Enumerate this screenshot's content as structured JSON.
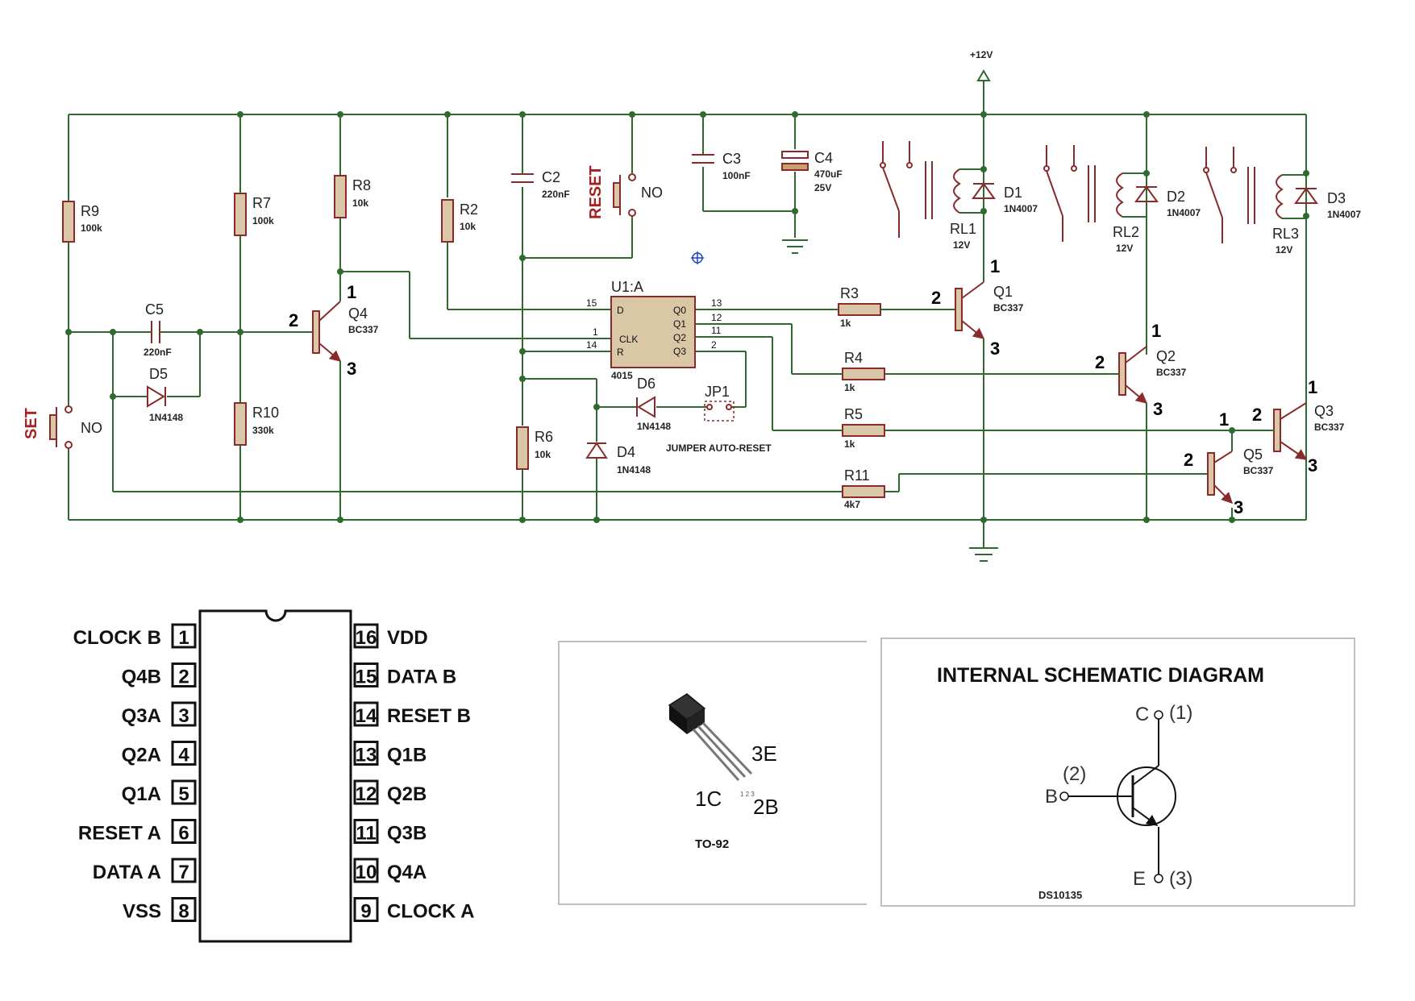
{
  "schematic": {
    "supply": "+12V",
    "resistors": [
      {
        "ref": "R9",
        "value": "100k"
      },
      {
        "ref": "R7",
        "value": "100k"
      },
      {
        "ref": "R8",
        "value": "10k"
      },
      {
        "ref": "R2",
        "value": "10k"
      },
      {
        "ref": "R10",
        "value": "330k"
      },
      {
        "ref": "R6",
        "value": "10k"
      },
      {
        "ref": "R3",
        "value": "1k"
      },
      {
        "ref": "R4",
        "value": "1k"
      },
      {
        "ref": "R5",
        "value": "1k"
      },
      {
        "ref": "R11",
        "value": "4k7"
      }
    ],
    "capacitors": [
      {
        "ref": "C5",
        "value": "220nF"
      },
      {
        "ref": "C2",
        "value": "220nF"
      },
      {
        "ref": "C3",
        "value": "100nF"
      },
      {
        "ref": "C4",
        "value": "470uF",
        "rating": "25V"
      }
    ],
    "diodes": [
      {
        "ref": "D5",
        "value": "1N4148"
      },
      {
        "ref": "D6",
        "value": "1N4148"
      },
      {
        "ref": "D4",
        "value": "1N4148"
      },
      {
        "ref": "D1",
        "value": "1N4007"
      },
      {
        "ref": "D2",
        "value": "1N4007"
      },
      {
        "ref": "D3",
        "value": "1N4007"
      }
    ],
    "transistors": [
      {
        "ref": "Q4",
        "value": "BC337"
      },
      {
        "ref": "Q1",
        "value": "BC337"
      },
      {
        "ref": "Q2",
        "value": "BC337"
      },
      {
        "ref": "Q3",
        "value": "BC337"
      },
      {
        "ref": "Q5",
        "value": "BC337"
      }
    ],
    "relays": [
      {
        "ref": "RL1",
        "value": "12V"
      },
      {
        "ref": "RL2",
        "value": "12V"
      },
      {
        "ref": "RL3",
        "value": "12V"
      }
    ],
    "switches": {
      "set": "SET",
      "reset": "RESET",
      "no": "NO"
    },
    "ic": {
      "ref": "U1:A",
      "part": "4015",
      "pins": {
        "d": "D",
        "clk": "CLK",
        "r": "R",
        "q0": "Q0",
        "q1": "Q1",
        "q2": "Q2",
        "q3": "Q3"
      },
      "pin_numbers": {
        "d": "15",
        "clk": "1",
        "r": "14",
        "q0": "13",
        "q1": "12",
        "q2": "11",
        "q3": "2"
      }
    },
    "jumper": {
      "ref": "JP1",
      "label": "JUMPER AUTO-RESET"
    },
    "pin_labels": {
      "one": "1",
      "two": "2",
      "three": "3"
    }
  },
  "dip": {
    "left": [
      {
        "num": "1",
        "name": "CLOCK B"
      },
      {
        "num": "2",
        "name": "Q4B"
      },
      {
        "num": "3",
        "name": "Q3A"
      },
      {
        "num": "4",
        "name": "Q2A"
      },
      {
        "num": "5",
        "name": "Q1A"
      },
      {
        "num": "6",
        "name": "RESET A"
      },
      {
        "num": "7",
        "name": "DATA A"
      },
      {
        "num": "8",
        "name": "VSS"
      }
    ],
    "right": [
      {
        "num": "16",
        "name": "VDD"
      },
      {
        "num": "15",
        "name": "DATA B"
      },
      {
        "num": "14",
        "name": "RESET B"
      },
      {
        "num": "13",
        "name": "Q1B"
      },
      {
        "num": "12",
        "name": "Q2B"
      },
      {
        "num": "11",
        "name": "Q3B"
      },
      {
        "num": "10",
        "name": "Q4A"
      },
      {
        "num": "9",
        "name": "CLOCK A"
      }
    ]
  },
  "to92": {
    "package": "TO-92",
    "pin1": "1C",
    "pin2": "2B",
    "pin3": "3E",
    "tiny_pins": "1 2 3"
  },
  "internal": {
    "title": "INTERNAL  SCHEMATIC  DIAGRAM",
    "c": "C",
    "c_num": "(1)",
    "b": "B",
    "b_num": "(2)",
    "e": "E",
    "e_num": "(3)",
    "code": "DS10135"
  },
  "colors": {
    "wire": "#2f6b2f",
    "component": "#8b2a2a",
    "label_red": "#a82020"
  }
}
